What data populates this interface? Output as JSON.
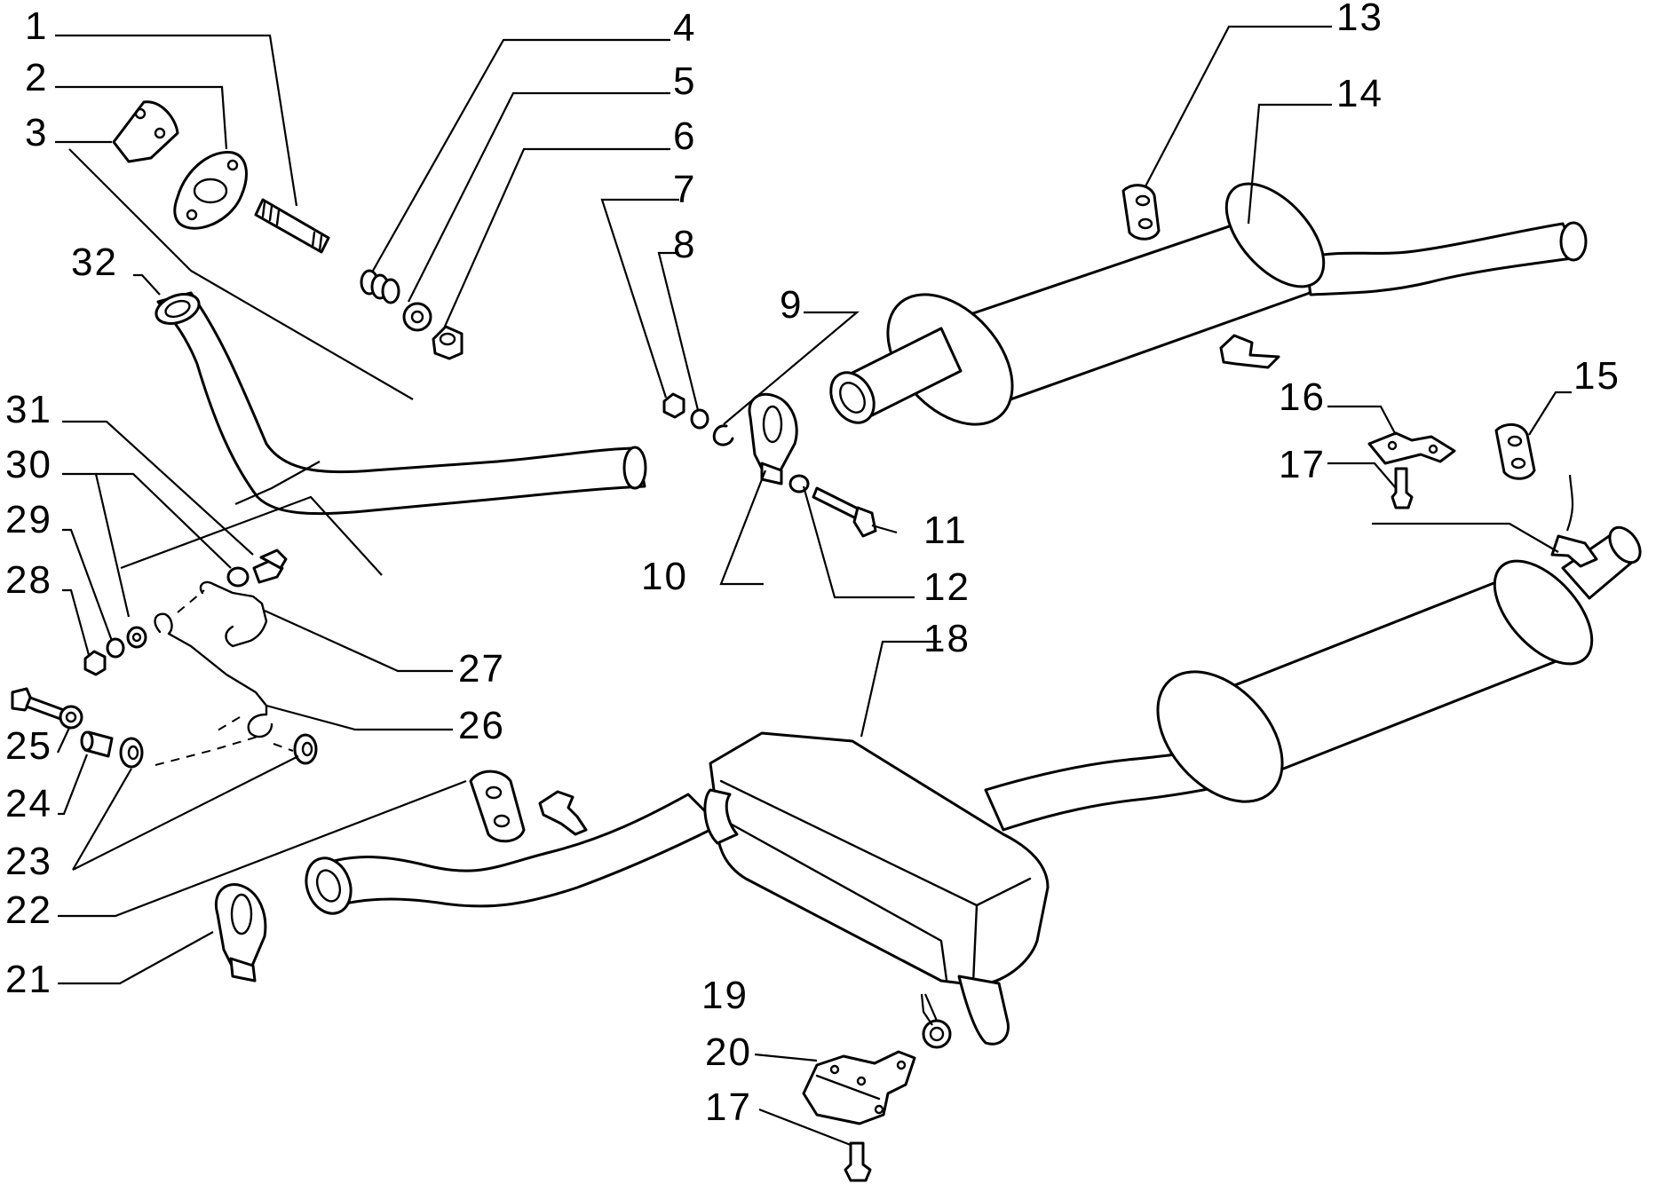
{
  "callouts": [
    {
      "id": "1",
      "label": "1"
    },
    {
      "id": "2",
      "label": "2"
    },
    {
      "id": "3",
      "label": "3"
    },
    {
      "id": "4",
      "label": "4"
    },
    {
      "id": "5",
      "label": "5"
    },
    {
      "id": "6",
      "label": "6"
    },
    {
      "id": "7",
      "label": "7"
    },
    {
      "id": "8",
      "label": "8"
    },
    {
      "id": "9",
      "label": "9"
    },
    {
      "id": "10",
      "label": "10"
    },
    {
      "id": "11",
      "label": "11"
    },
    {
      "id": "12",
      "label": "12"
    },
    {
      "id": "13",
      "label": "13"
    },
    {
      "id": "14",
      "label": "14"
    },
    {
      "id": "15",
      "label": "15"
    },
    {
      "id": "16",
      "label": "16"
    },
    {
      "id": "17a",
      "label": "17"
    },
    {
      "id": "17b",
      "label": "17"
    },
    {
      "id": "18",
      "label": "18"
    },
    {
      "id": "19",
      "label": "19"
    },
    {
      "id": "20",
      "label": "20"
    },
    {
      "id": "21",
      "label": "21"
    },
    {
      "id": "22",
      "label": "22"
    },
    {
      "id": "23",
      "label": "23"
    },
    {
      "id": "24",
      "label": "24"
    },
    {
      "id": "25",
      "label": "25"
    },
    {
      "id": "26",
      "label": "26"
    },
    {
      "id": "27",
      "label": "27"
    },
    {
      "id": "28",
      "label": "28"
    },
    {
      "id": "29",
      "label": "29"
    },
    {
      "id": "30",
      "label": "30"
    },
    {
      "id": "31",
      "label": "31"
    },
    {
      "id": "32",
      "label": "32"
    }
  ]
}
